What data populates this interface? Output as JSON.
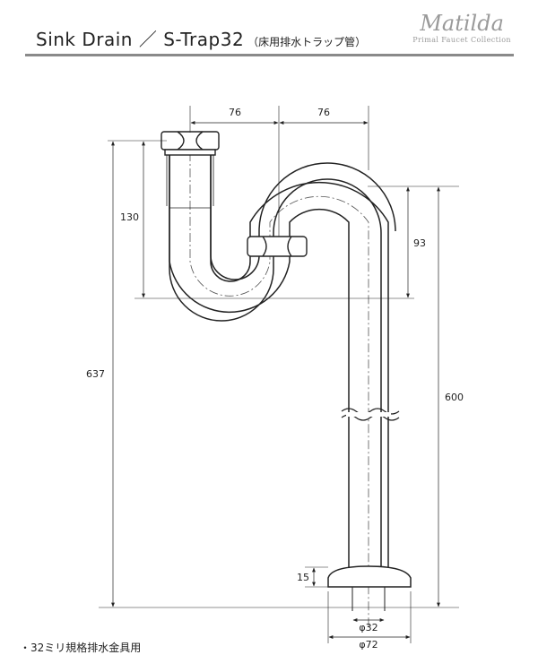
{
  "header": {
    "title": "Sink Drain ／ S-Trap32",
    "subtitle": "（床用排水トラップ管）",
    "brand": "Matilda",
    "brand_tagline": "Primal Faucet Collection"
  },
  "dimensions": {
    "top_left": "76",
    "top_right": "76",
    "inlet_to_trap_bottom": "130",
    "bend_height": "93",
    "overall_height": "637",
    "drop_height": "600",
    "flange_height": "15",
    "pipe_diameter": "φ32",
    "flange_diameter": "φ72"
  },
  "footnote": "・32ミリ規格排水金具用",
  "colors": {
    "line": "#222222",
    "rule": "#8a8a8a",
    "brand": "#9a9a9a"
  }
}
